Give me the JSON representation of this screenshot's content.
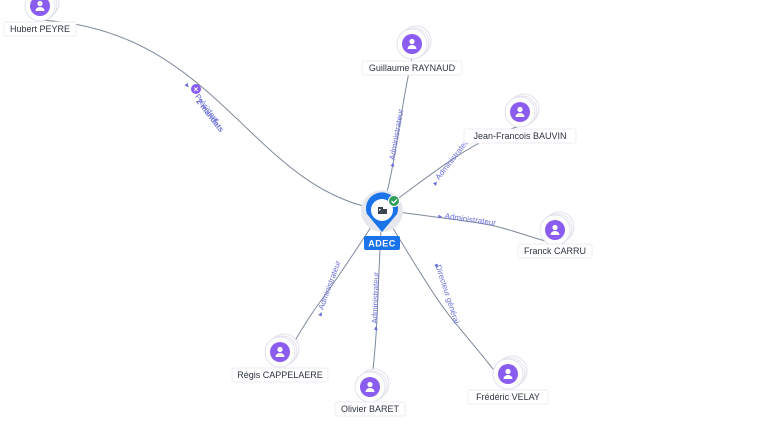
{
  "company": {
    "name": "ADEC",
    "icon": "building-icon",
    "status_icon": "check-icon",
    "color": "#1a73e8",
    "status_color": "#2e9e5b"
  },
  "people": [
    {
      "id": "hubert",
      "name": "Hubert PEYRE",
      "role": "Président",
      "extra_label": "2 mandats"
    },
    {
      "id": "guillaume",
      "name": "Guillaume RAYNAUD",
      "role": "Administrateur"
    },
    {
      "id": "jf",
      "name": "Jean-Francois BAUVIN",
      "role": "Administrateur"
    },
    {
      "id": "franck",
      "name": "Franck CARRU",
      "role": "Administrateur"
    },
    {
      "id": "regis",
      "name": "Régis CAPPELAERE",
      "role": "Administrateur"
    },
    {
      "id": "olivier",
      "name": "Olivier BARET",
      "role": "Administrateur"
    },
    {
      "id": "frederic",
      "name": "Frédéric VELAY",
      "role": "Directeur général"
    }
  ],
  "colors": {
    "person": "#8a5cf0",
    "edge": "#7e8a9c",
    "edge_label": "#6b6fd8"
  }
}
